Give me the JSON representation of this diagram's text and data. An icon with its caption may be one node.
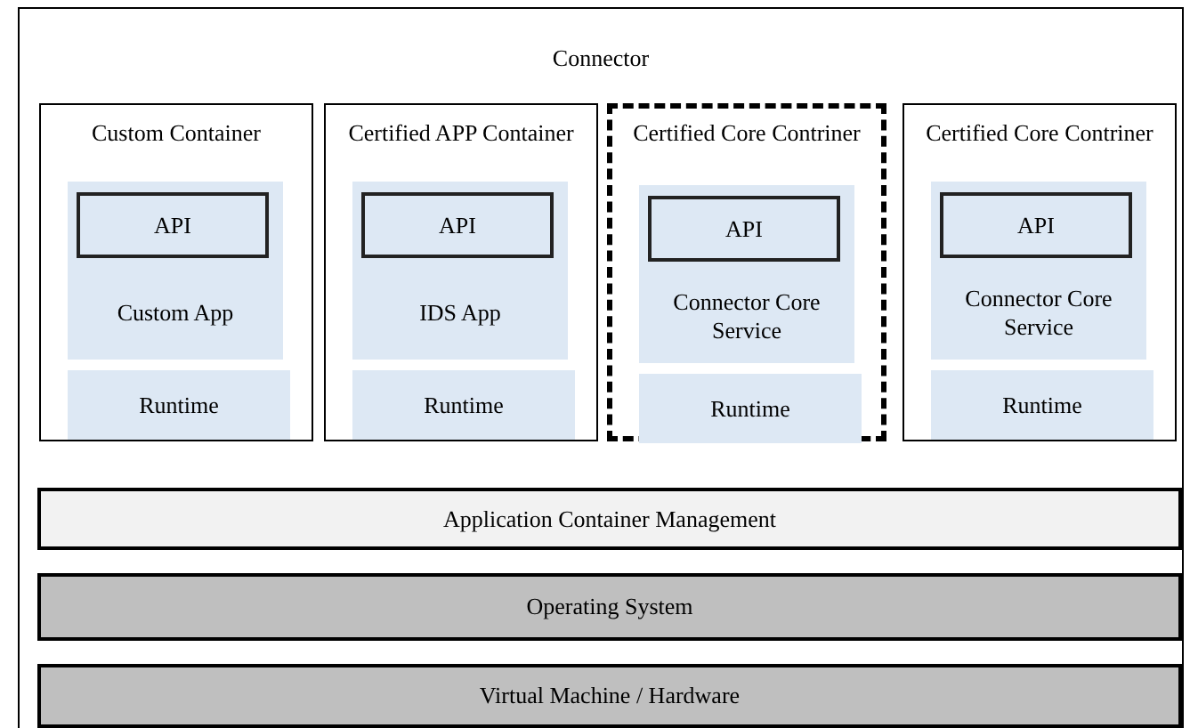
{
  "diagram": {
    "nodes": [
      {
        "text": [
          "Connector"
        ]
      },
      {
        "text": [
          "Custom Container"
        ],
        "in": 0
      },
      {
        "text": [
          "Custom App"
        ],
        "in": 1
      },
      {
        "text": [
          "API"
        ],
        "in": 2
      },
      {
        "text": [
          "Runtime"
        ],
        "in": 1
      },
      {
        "text": [
          "Certified APP Container"
        ],
        "in": 0
      },
      {
        "text": [
          "IDS App"
        ],
        "in": 5
      },
      {
        "text": [
          "API"
        ],
        "in": 6
      },
      {
        "text": [
          "Runtime"
        ],
        "in": 5
      },
      {
        "text": [
          "Certified Core Contriner"
        ],
        "in": 0
      },
      {
        "text": [
          "Connector Core Service"
        ],
        "in": 9
      },
      {
        "text": [
          "API"
        ],
        "in": 10
      },
      {
        "text": [
          "Runtime"
        ],
        "in": 9
      },
      {
        "text": [
          "Certified Core Contriner"
        ],
        "in": 0
      },
      {
        "text": [
          "Connector Core Service"
        ],
        "in": 13
      },
      {
        "text": [
          "API"
        ],
        "in": 14
      },
      {
        "text": [
          "Runtime"
        ],
        "in": 13
      },
      {
        "text": [
          "Application Container Management"
        ],
        "in": 0
      },
      {
        "text": [
          "Operating System"
        ],
        "in": 0
      },
      {
        "text": [
          "Virtual Machine / Hardware"
        ],
        "in": 0
      }
    ]
  }
}
